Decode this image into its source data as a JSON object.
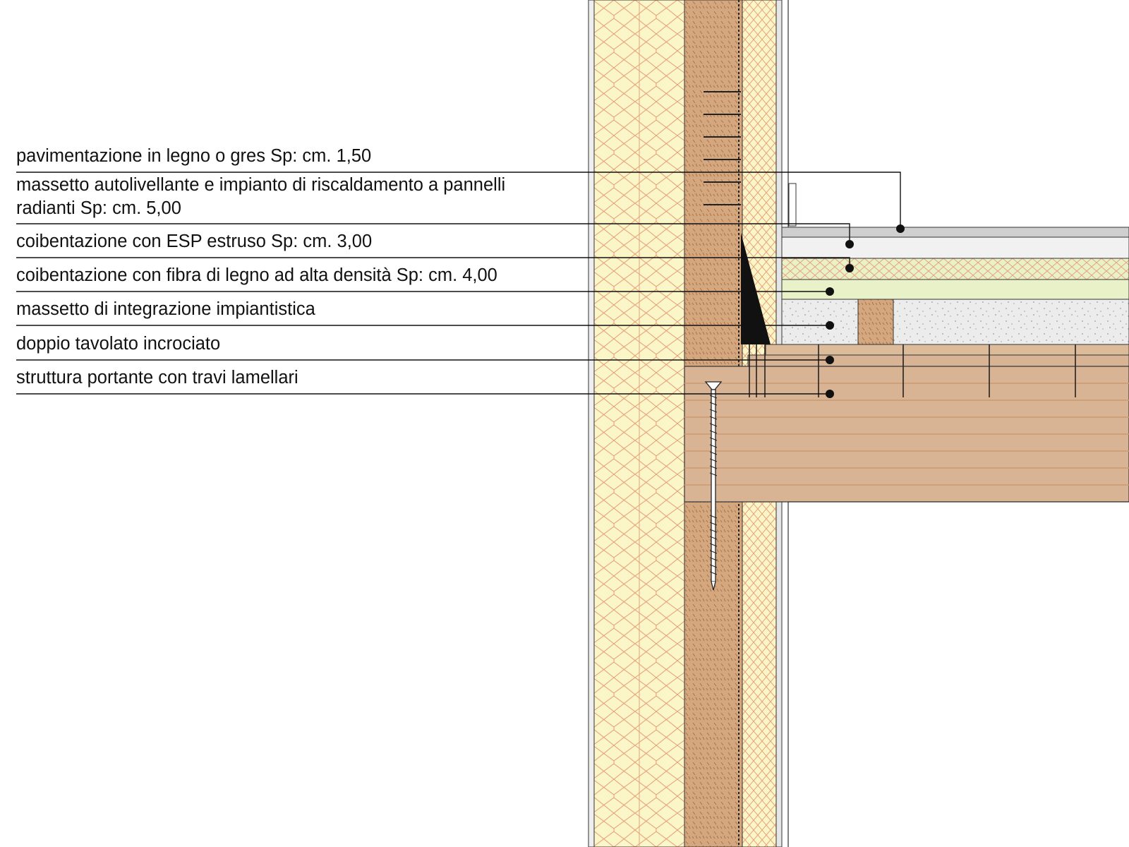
{
  "layers": [
    {
      "id": "pavimentazione",
      "text": "pavimentazione in legno o gres Sp: cm. 1,50"
    },
    {
      "id": "massetto-autolivellante",
      "text": "massetto autolivellante e impianto di riscaldamento a pannelli radianti  Sp: cm. 5,00"
    },
    {
      "id": "coibentazione-esp",
      "text": "coibentazione con ESP estruso Sp: cm. 3,00"
    },
    {
      "id": "coibentazione-fibra",
      "text": "coibentazione con fibra di legno ad alta densità Sp: cm. 4,00"
    },
    {
      "id": "massetto-integrazione",
      "text": "massetto di integrazione impiantistica"
    },
    {
      "id": "doppio-tavolato",
      "text": "doppio tavolato incrociato"
    },
    {
      "id": "struttura-portante",
      "text": "struttura portante con travi lamellari"
    }
  ],
  "colors": {
    "insulation": "#fbf6c8",
    "insulation_pattern": "#e8a27a",
    "timber": "#d8b494",
    "timber_dark": "#c99a70",
    "wood_fibre": "#e8f1c8",
    "screed": "#ececec",
    "finish": "#cfcfcf",
    "line": "#111111"
  }
}
